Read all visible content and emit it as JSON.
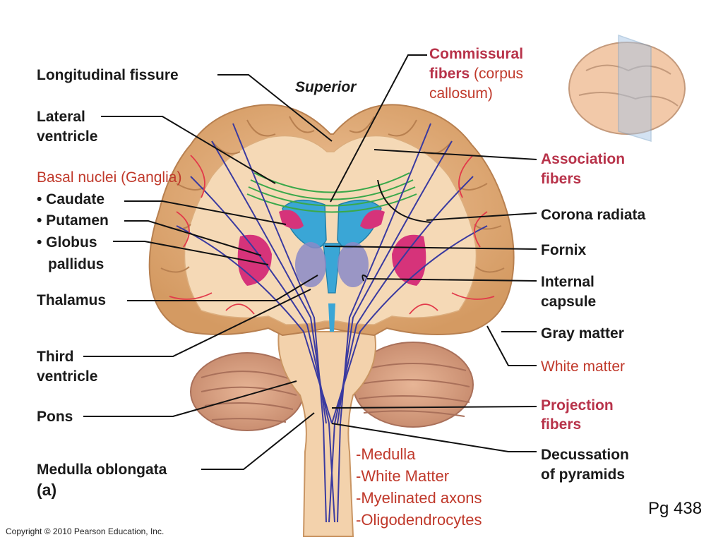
{
  "labels": {
    "longitudinal_fissure": "Longitudinal fissure",
    "superior": "Superior",
    "lateral_ventricle_1": "Lateral",
    "lateral_ventricle_2": "ventricle",
    "basal_nuclei": "Basal nuclei (Ganglia)",
    "caudate": "• Caudate",
    "putamen": "• Putamen",
    "globus_1": "• Globus",
    "globus_2": "pallidus",
    "thalamus": "Thalamus",
    "third_ventricle_1": "Third",
    "third_ventricle_2": "ventricle",
    "pons": "Pons",
    "medulla_oblongata": "Medulla oblongata",
    "panel": "(a)",
    "commissural_1": "Commissural",
    "commissural_2a": "fibers",
    "commissural_2b": "(corpus",
    "commissural_3": "callosum)",
    "association_1": "Association",
    "association_2": "fibers",
    "corona_radiata": "Corona radiata",
    "fornix": "Fornix",
    "internal_capsule_1": "Internal",
    "internal_capsule_2": "capsule",
    "gray_matter": "Gray matter",
    "white_matter": "White matter",
    "projection_1": "Projection",
    "projection_2": "fibers",
    "decussation_1": "Decussation",
    "decussation_2": "of pyramids"
  },
  "notes": [
    "-Medulla",
    "-White Matter",
    "-Myelinated axons",
    "-Oligodendrocytes"
  ],
  "page_number": "Pg 438",
  "copyright": "Copyright © 2010 Pearson Education, Inc.",
  "colors": {
    "gray_matter": "#d9a36b",
    "white_matter": "#f4d6b0",
    "ventricle": "#3aa6d6",
    "basal_nuclei": "#d6337a",
    "thalamus": "#8a8ac8",
    "projection_fibers": "#3a3aa0",
    "association_fibers": "#e23a4a",
    "commissural_fibers": "#3aa84a",
    "cerebellum": "#d39a77",
    "label_red": "#c0392b"
  }
}
